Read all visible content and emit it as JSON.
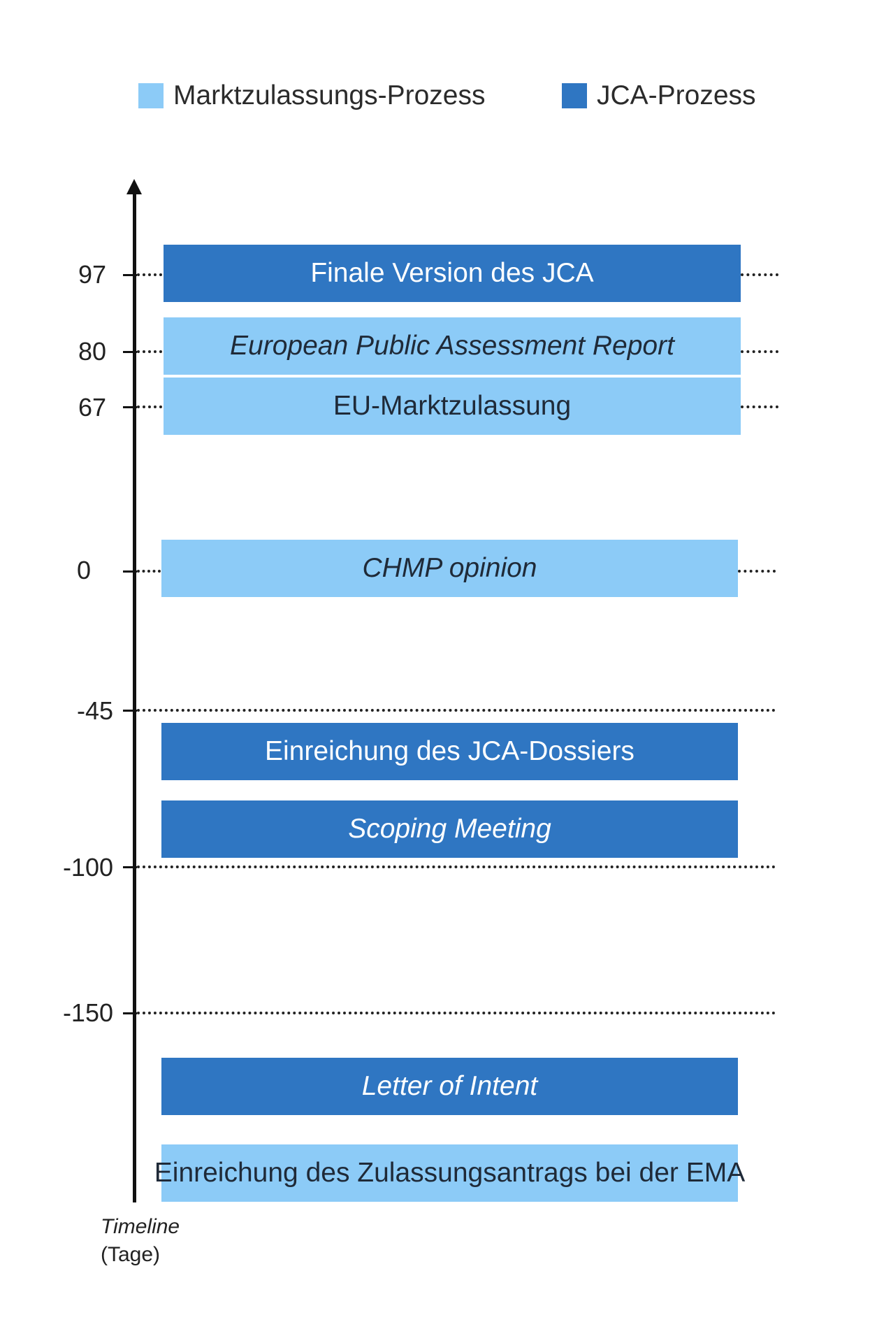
{
  "legend": [
    {
      "label": "Marktzulassungs-Prozess",
      "color": "#8ccbf7"
    },
    {
      "label": "JCA-Prozess",
      "color": "#2f76c2"
    }
  ],
  "axis": {
    "caption_line1": "Timeline",
    "caption_line2": "(Tage)",
    "ticks": [
      "97",
      "80",
      "67",
      "0",
      "-45",
      "-100",
      "-150"
    ]
  },
  "bars": [
    {
      "label": "Finale Version des JCA",
      "process": "JCA-Prozess",
      "italic": false
    },
    {
      "label": "European Public Assessment Report",
      "process": "Marktzulassungs-Prozess",
      "italic": true
    },
    {
      "label": "EU-Marktzulassung",
      "process": "Marktzulassungs-Prozess",
      "italic": false
    },
    {
      "label": "CHMP opinion",
      "process": "Marktzulassungs-Prozess",
      "italic": true
    },
    {
      "label": "Einreichung des JCA-Dossiers",
      "process": "JCA-Prozess",
      "italic": false
    },
    {
      "label": "Scoping Meeting",
      "process": "JCA-Prozess",
      "italic": true
    },
    {
      "label": "Letter of Intent",
      "process": "JCA-Prozess",
      "italic": true
    },
    {
      "label": "Einreichung des Zulassungsantrags bei der EMA",
      "process": "Marktzulassungs-Prozess",
      "italic": false
    }
  ]
}
